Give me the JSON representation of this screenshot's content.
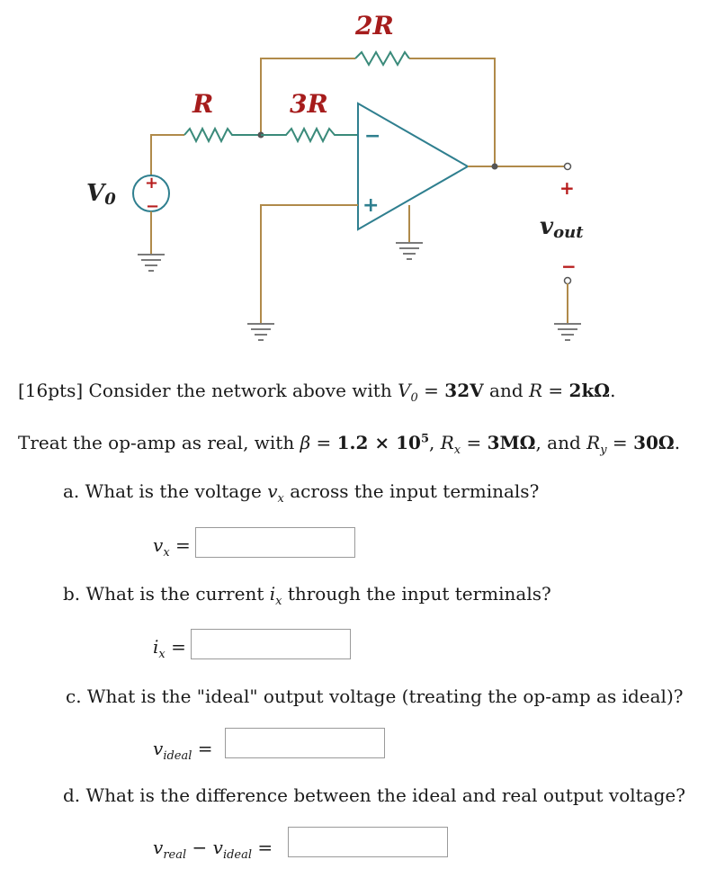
{
  "circuit": {
    "label_2R": "2R",
    "label_R": "R",
    "label_3R": "3R",
    "label_V0_main": "V",
    "label_V0_sub": "0",
    "label_vout_main": "v",
    "label_vout_sub": "out",
    "plus_sign": "+",
    "minus_sign": "−",
    "opamp_minus": "−",
    "opamp_plus": "+"
  },
  "problem": {
    "line1_prefix": "[16pts] Consider the network above with ",
    "line1_var": "V",
    "line1_var_sub": "0",
    "line1_eq1": " = ",
    "line1_val1": "32V",
    "line1_mid": " and ",
    "line1_var2": "R",
    "line1_eq2": " = ",
    "line1_val2": "2kΩ",
    "line1_end": ".",
    "line2_prefix": "Treat the op-amp as real, with ",
    "line2_beta": "β",
    "line2_eq1": " = ",
    "line2_beta_val": "1.2 × 10",
    "line2_beta_exp": "5",
    "line2_comma1": ", ",
    "line2_rx": "R",
    "line2_rx_sub": "x",
    "line2_eq2": " = ",
    "line2_rx_val": "3MΩ",
    "line2_and": ", and ",
    "line2_ry": "R",
    "line2_ry_sub": "y",
    "line2_eq3": " = ",
    "line2_ry_val": "30Ω",
    "line2_end": "."
  },
  "questions": {
    "a_prefix": "a. What is the voltage ",
    "a_var": "v",
    "a_var_sub": "x",
    "a_suffix": " across the input terminals?",
    "a_label": "v",
    "a_label_sub": "x",
    "a_eq": " =",
    "b_prefix": "b. What is the current ",
    "b_var": "i",
    "b_var_sub": "x",
    "b_suffix": " through the input terminals?",
    "b_label": "i",
    "b_label_sub": "x",
    "b_eq": " =",
    "c_text": "c. What is the \"ideal\" output voltage (treating the op-amp as ideal)?",
    "c_label": "v",
    "c_label_sub": "ideal",
    "c_eq": " =",
    "d_text": "d. What is the difference between the ideal and real output voltage?",
    "d_label1": "v",
    "d_label1_sub": "real",
    "d_minus": " − ",
    "d_label2": "v",
    "d_label2_sub": "ideal",
    "d_eq": " ="
  },
  "inputs": {
    "a_value": "",
    "b_value": "",
    "c_value": "",
    "d_value": ""
  }
}
